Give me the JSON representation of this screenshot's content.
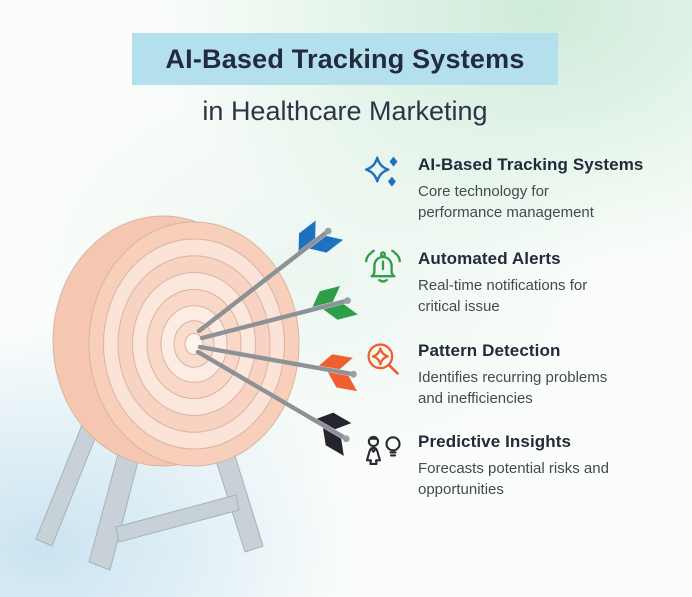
{
  "header": {
    "title": "AI-Based Tracking Systems",
    "subtitle": "in Healthcare Marketing",
    "banner_color": "#b4dfec",
    "title_color": "#222c3d"
  },
  "items": [
    {
      "icon": "sparkles-icon",
      "accent": "#1d71bf",
      "title": "AI-Based Tracking Systems",
      "desc_line1": "Core technology for",
      "desc_line2": "performance management"
    },
    {
      "icon": "bell-icon",
      "accent": "#2f9e48",
      "title": "Automated Alerts",
      "desc_line1": "Real-time notifications for",
      "desc_line2": "critical issue"
    },
    {
      "icon": "magnifier-star-icon",
      "accent": "#f0602f",
      "title": "Pattern Detection",
      "desc_line1": "Identifies recurring problems",
      "desc_line2": "and inefficiencies"
    },
    {
      "icon": "person-bulb-icon",
      "accent": "#282832",
      "title": "Predictive Insights",
      "desc_line1": "Forecasts potential risks and",
      "desc_line2": "opportunities"
    }
  ],
  "illustration": {
    "name": "dartboard-with-four-arrows-on-stand",
    "arrow_colors": [
      "#1d71bf",
      "#2f9e48",
      "#f0602f",
      "#26242f"
    ],
    "board_outer_color": "#f8cfba",
    "board_light_color": "#fbe3d7",
    "stand_color": "#c7d1d7",
    "shaft_color": "#8d9297"
  }
}
